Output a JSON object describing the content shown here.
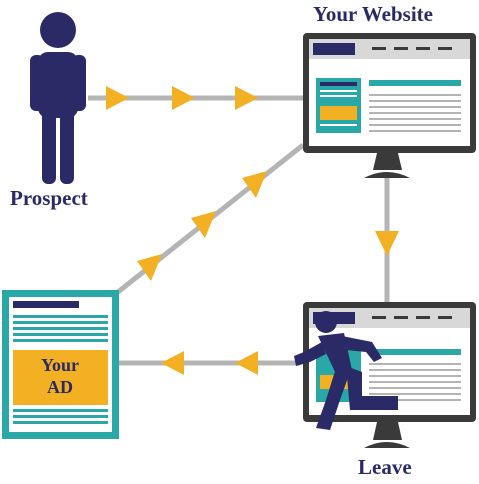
{
  "labels": {
    "website": "Your Website",
    "prospect": "Prospect",
    "leave": "Leave"
  },
  "ad": {
    "line1": "Your",
    "line2": "AD"
  },
  "colors": {
    "navy": "#2a2a66",
    "teal": "#2aa7a7",
    "gold": "#f2b022",
    "gray": "#b4b4b4",
    "dark": "#3a3a3a"
  }
}
